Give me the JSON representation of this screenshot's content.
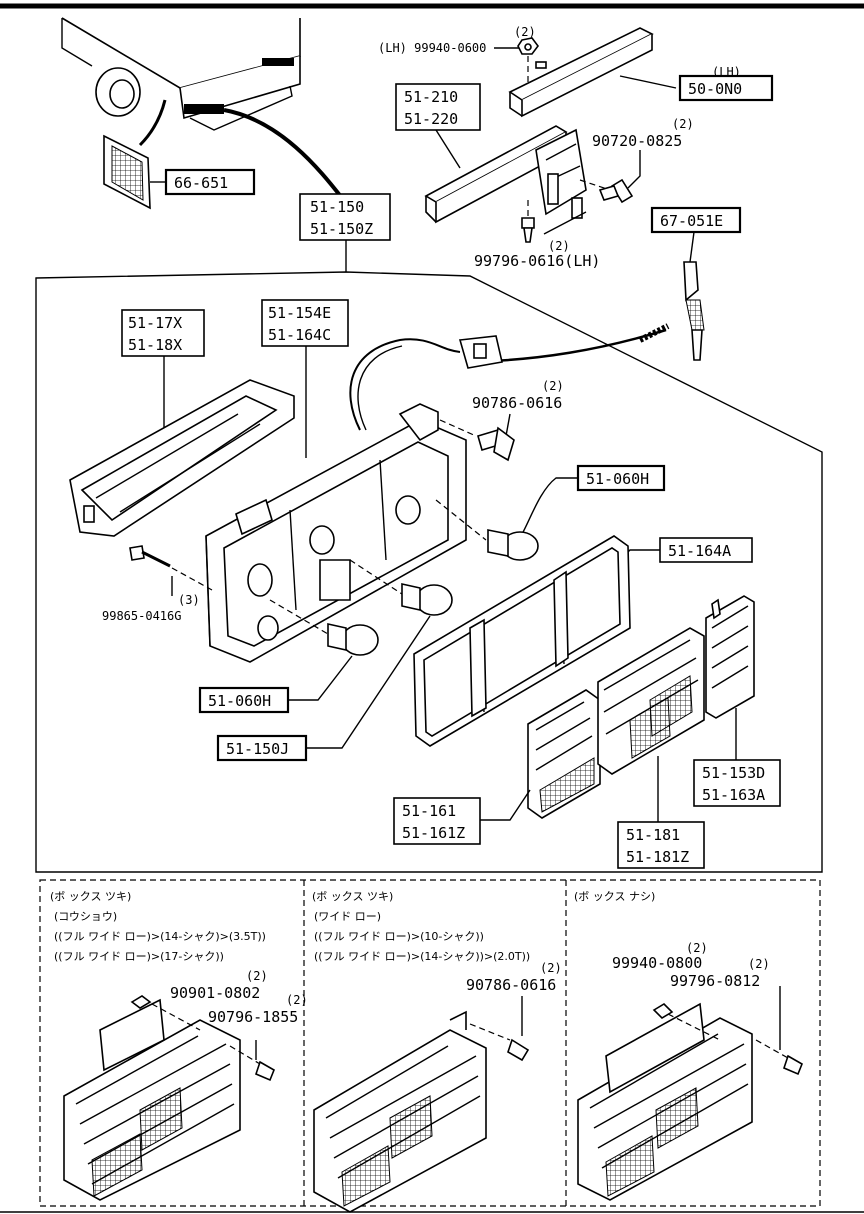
{
  "diagram": {
    "part_labels": {
      "p66_651": "66-651",
      "p50_0N0": "50-0N0",
      "p50_0N0_note": "(LH)",
      "p51_210": "51-210",
      "p51_220": "51-220",
      "p51_150": "51-150",
      "p51_150Z": "51-150Z",
      "p67_051E": "67-051E",
      "p51_17X": "51-17X",
      "p51_18X": "51-18X",
      "p51_154E": "51-154E",
      "p51_164C": "51-164C",
      "p51_060H_a": "51-060H",
      "p51_164A": "51-164A",
      "p51_060H_b": "51-060H",
      "p51_150J": "51-150J",
      "p51_153D": "51-153D",
      "p51_163A": "51-163A",
      "p51_161": "51-161",
      "p51_161Z": "51-161Z",
      "p51_181": "51-181",
      "p51_181Z": "51-181Z"
    },
    "bolt_labels": {
      "b99940_0600_qty": "(2)",
      "b99940_0600": "(LH) 99940-0600",
      "b90720_0825_qty": "(2)",
      "b90720_0825": "90720-0825",
      "b99796_0616_qty": "(2)",
      "b99796_0616": "99796-0616(LH)",
      "b90786_0616_qty": "(2)",
      "b90786_0616": "90786-0616",
      "b99865_0416G_qty": "(3)",
      "b99865_0416G": "99865-0416G"
    },
    "variants": [
      {
        "lines": [
          "(ボ ックス ツキ)",
          "(コウショウ)",
          "((フル ワイド ロー)>(14-シャク)>(3.5T))",
          "((フル ワイド ロー)>(17-シャク))"
        ],
        "bolts": [
          {
            "qty": "(2)",
            "code": "90901-0802"
          },
          {
            "qty": "(2)",
            "code": "90796-1855"
          }
        ]
      },
      {
        "lines": [
          "(ボ ックス ツキ)",
          "(ワイド ロー)",
          "((フル ワイド ロー)>(10-シャク))",
          "((フル ワイド ロー)>(14-シャク))>(2.0T))"
        ],
        "bolts": [
          {
            "qty": "(2)",
            "code": "90786-0616"
          }
        ]
      },
      {
        "lines": [
          "(ボ ックス ナシ)"
        ],
        "bolts": [
          {
            "qty": "(2)",
            "code": "99940-0800"
          },
          {
            "qty": "(2)",
            "code": "99796-0812"
          }
        ]
      }
    ]
  }
}
